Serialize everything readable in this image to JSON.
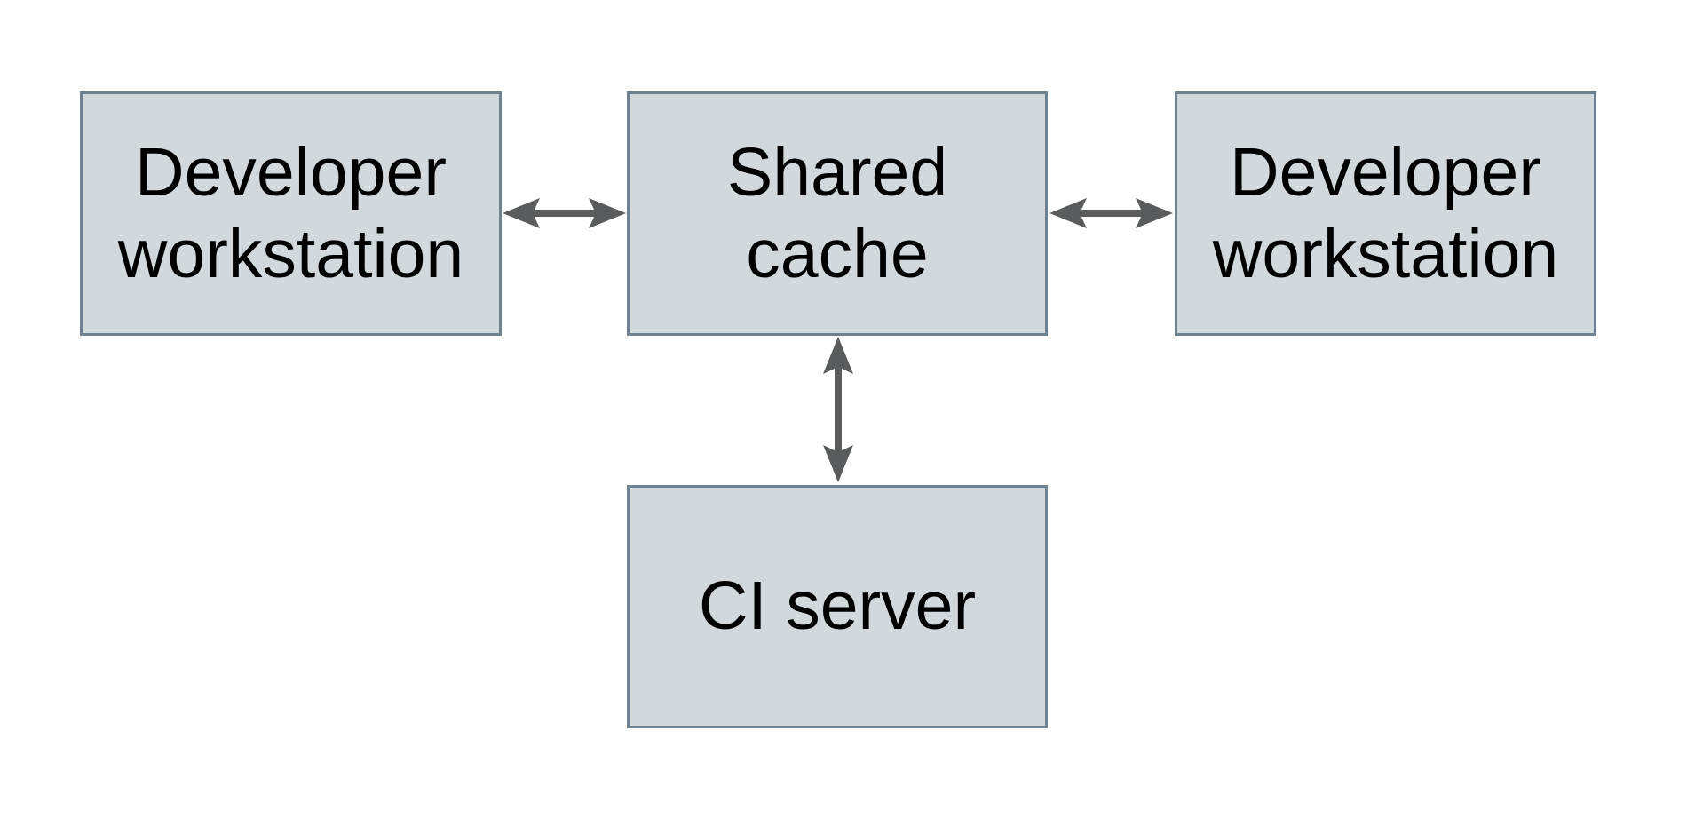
{
  "diagram": {
    "nodes": {
      "dev_left": {
        "label": "Developer\nworkstation"
      },
      "shared_cache": {
        "label": "Shared\ncache"
      },
      "dev_right": {
        "label": "Developer\nworkstation"
      },
      "ci_server": {
        "label": "CI server"
      }
    },
    "edges": [
      {
        "from": "Developer workstation (left)",
        "to": "Shared cache",
        "direction": "bidirectional"
      },
      {
        "from": "Shared cache",
        "to": "Developer workstation (right)",
        "direction": "bidirectional"
      },
      {
        "from": "Shared cache",
        "to": "CI server",
        "direction": "bidirectional"
      }
    ],
    "colors": {
      "background": "#ffffff",
      "node_fill": "#d2d9dc",
      "node_border": "#6e8290",
      "arrow": "#5a5b5d",
      "text": "#000000"
    }
  }
}
